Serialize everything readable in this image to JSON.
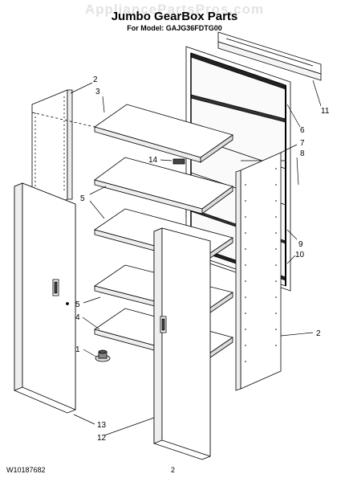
{
  "watermark": "AppliancePartsPros.com",
  "title": "Jumbo GearBox Parts",
  "subtitle": "For Model: GAJG36FDTG00",
  "footer": {
    "doc_number": "W10187682",
    "page_number": "2"
  },
  "diagram": {
    "callouts": [
      {
        "id": "c2a",
        "text": "2"
      },
      {
        "id": "c3",
        "text": "3"
      },
      {
        "id": "c5a",
        "text": "5"
      },
      {
        "id": "c5b",
        "text": "5"
      },
      {
        "id": "c4",
        "text": "4"
      },
      {
        "id": "c1",
        "text": "1"
      },
      {
        "id": "c13",
        "text": "13"
      },
      {
        "id": "c12",
        "text": "12"
      },
      {
        "id": "c14",
        "text": "14"
      },
      {
        "id": "c11",
        "text": "11"
      },
      {
        "id": "c6",
        "text": "6"
      },
      {
        "id": "c7",
        "text": "7"
      },
      {
        "id": "c8",
        "text": "8"
      },
      {
        "id": "c9",
        "text": "9"
      },
      {
        "id": "c10",
        "text": "10"
      },
      {
        "id": "c2b",
        "text": "2"
      }
    ]
  }
}
